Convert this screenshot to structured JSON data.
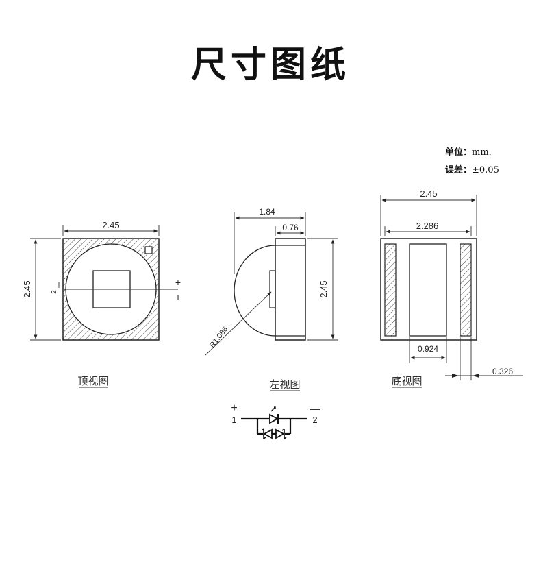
{
  "title": "尺寸图纸",
  "units": {
    "unit_label": "单位：",
    "unit_value": "mm.",
    "tolerance_label": "误差：",
    "tolerance_value": "±0.05"
  },
  "top_view": {
    "width_dim": "2.45",
    "height_dim": "2.45",
    "pin_label": "2",
    "plus": "+",
    "minus": "I",
    "caption": "顶视图"
  },
  "left_view": {
    "total_dim": "1.84",
    "body_dim": "0.76",
    "height_dim": "2.45",
    "radius_dim": "R1.086",
    "caption": "左视图"
  },
  "bottom_view": {
    "width_dim": "2.45",
    "inner_dim": "2.286",
    "pad_dim": "0.924",
    "gap_dim": "0.326",
    "caption": "底视图"
  },
  "schematic": {
    "pin1_sign": "+",
    "pin1": "1",
    "pin2_sign": "—",
    "pin2": "2"
  }
}
